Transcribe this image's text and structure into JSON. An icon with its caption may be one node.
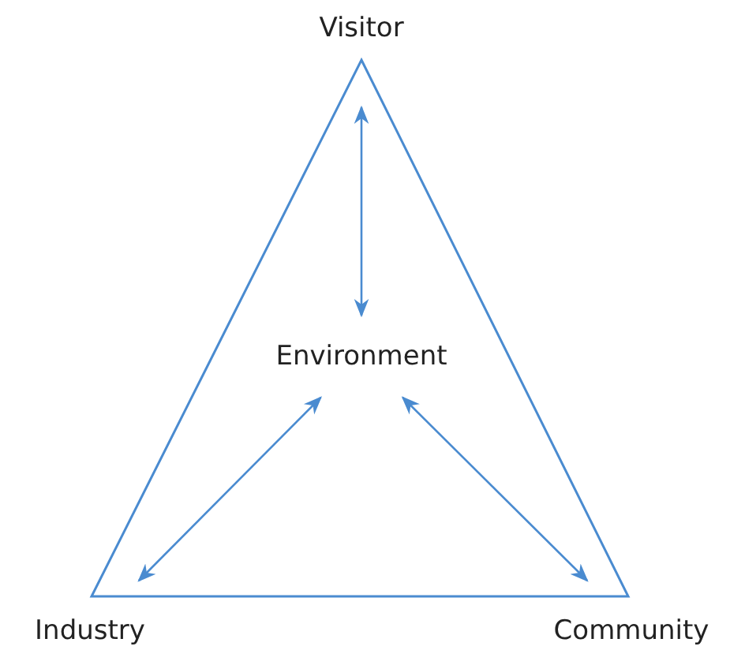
{
  "diagram": {
    "nodes": [
      {
        "text": [
          "Visitor"
        ]
      },
      {
        "text": [
          "Environment"
        ]
      },
      {
        "text": [
          "Industry"
        ]
      },
      {
        "text": [
          "Community"
        ]
      }
    ],
    "edges": [
      {
        "from": 1,
        "to": 0,
        "arrow": "both"
      },
      {
        "from": 1,
        "to": 2,
        "arrow": "both"
      },
      {
        "from": 1,
        "to": 3,
        "arrow": "both"
      }
    ]
  }
}
